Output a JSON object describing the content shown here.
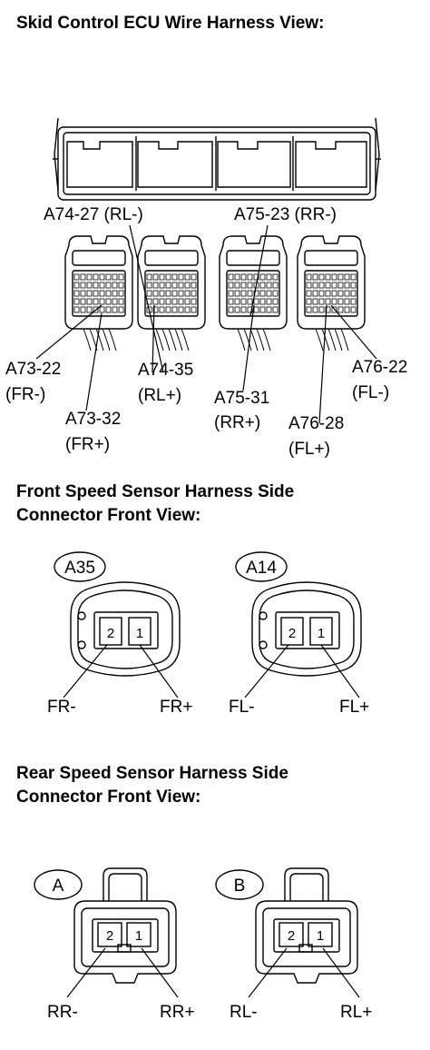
{
  "headings": {
    "ecu": "Skid Control ECU Wire Harness View:",
    "front_line1": "Front Speed Sensor Harness Side",
    "front_line2": "Connector Front View:",
    "rear_line1": "Rear Speed Sensor Harness Side",
    "rear_line2": "Connector Front View:"
  },
  "ecu_labels": {
    "a74_27": "A74-27 (RL-)",
    "a75_23": "A75-23 (RR-)",
    "a73_22_pin": "A73-22",
    "a73_22_sig": "(FR-)",
    "a73_32_pin": "A73-32",
    "a73_32_sig": "(FR+)",
    "a74_35_pin": "A74-35",
    "a74_35_sig": "(RL+)",
    "a75_31_pin": "A75-31",
    "a75_31_sig": "(RR+)",
    "a76_28_pin": "A76-28",
    "a76_28_sig": "(FL+)",
    "a76_22_pin": "A76-22",
    "a76_22_sig": "(FL-)"
  },
  "front_connectors": [
    {
      "tag": "A35",
      "pin_left": "2",
      "pin_right": "1",
      "label_left": "FR-",
      "label_right": "FR+"
    },
    {
      "tag": "A14",
      "pin_left": "2",
      "pin_right": "1",
      "label_left": "FL-",
      "label_right": "FL+"
    }
  ],
  "rear_connectors": [
    {
      "tag": "A",
      "pin_left": "2",
      "pin_right": "1",
      "label_left": "RR-",
      "label_right": "RR+"
    },
    {
      "tag": "B",
      "pin_left": "2",
      "pin_right": "1",
      "label_left": "RL-",
      "label_right": "RL+"
    }
  ]
}
